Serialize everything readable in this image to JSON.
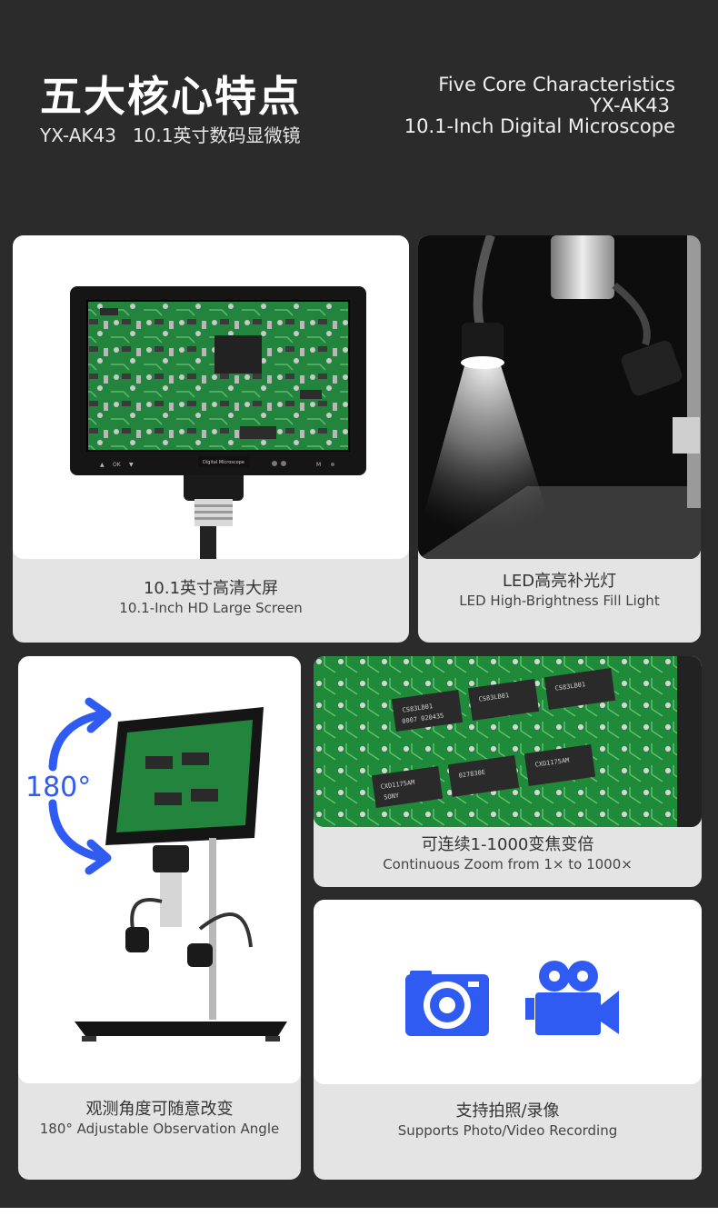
{
  "header": {
    "title_cn": "五大核心特点",
    "model": "YX-AK43",
    "subtitle_cn": "10.1英寸数码显微镜",
    "title_en": "Five Core Characteristics",
    "model_en": "YX-AK43",
    "subtitle_en": "10.1-Inch Digital Microscope"
  },
  "features": [
    {
      "cn": "10.1英寸高清大屏",
      "en": "10.1-Inch HD Large Screen",
      "screen_label": "Digital Microscope",
      "buttons": [
        "▲",
        "OK",
        "▼",
        "M"
      ]
    },
    {
      "cn": "LED高亮补光灯",
      "en": "LED High-Brightness Fill Light"
    },
    {
      "cn": "观测角度可随意改变",
      "en": "180° Adjustable Observation Angle",
      "angle": "180°"
    },
    {
      "cn": "可连续1-1000变焦变倍",
      "en": "Continuous Zoom from 1× to 1000×",
      "chip_labels": [
        "CS83LB01",
        "0007 020435",
        "CXD1175AM",
        "SONY",
        "027830E"
      ]
    },
    {
      "cn": "支持拍照/录像",
      "en": "Supports Photo/Video Recording",
      "icons": [
        "camera-icon",
        "video-camera-icon"
      ]
    }
  ],
  "colors": {
    "background": "#2b2b2b",
    "card": "#e4e4e4",
    "accent_blue": "#2f5bf2",
    "pcb_green": "#1c7a33"
  }
}
